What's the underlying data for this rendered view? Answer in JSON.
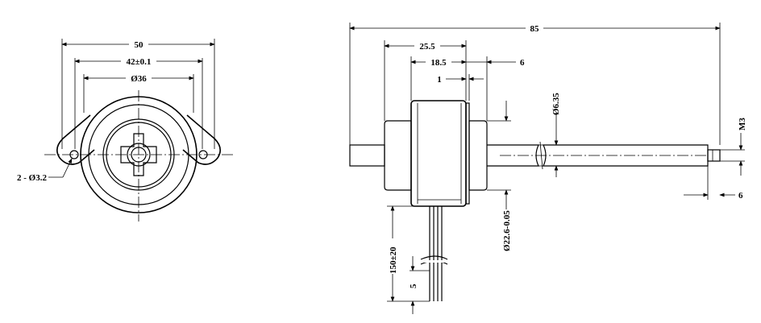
{
  "front_view": {
    "dim_overall_width": "50",
    "dim_hole_spacing": "42±0.1",
    "dim_pilot_diameter": "Ø36",
    "dim_mount_holes": "2 - Ø3.2"
  },
  "side_view": {
    "dim_overall_length": "85",
    "dim_body_offset": "25.5",
    "dim_body_length": "18.5",
    "dim_boss_length": "6",
    "dim_flange_gap": "1",
    "dim_shaft_diameter": "Ø6.35",
    "dim_boss_diameter": "Ø22.6-0.05",
    "dim_thread": "M3",
    "dim_thread_length": "6",
    "dim_lead_length": "150±20",
    "dim_lead_strip": "5"
  }
}
